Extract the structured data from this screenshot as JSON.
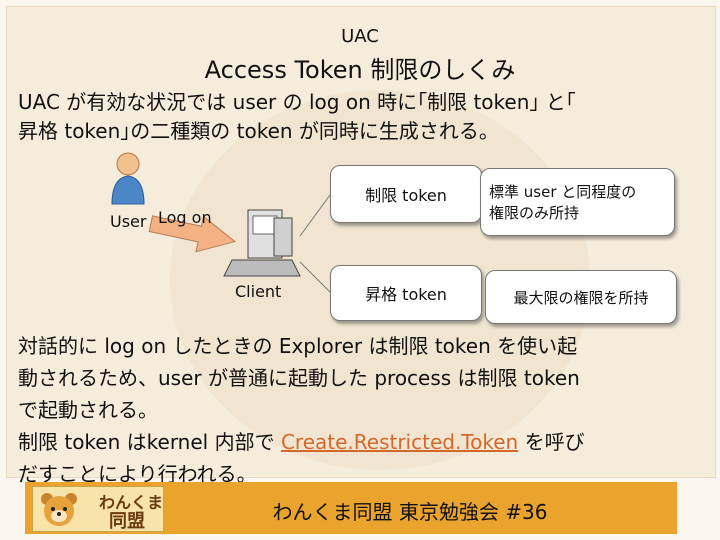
{
  "title": {
    "line1": "UAC",
    "line2": "Access Token 制限のしくみ"
  },
  "intro": {
    "line1": " UAC が有効な状況では user の log on 時に｢制限 token｣ と｢",
    "line2": "昇格 token｣の二種類の token が同時に生成される。"
  },
  "diagram": {
    "user_label": "User",
    "logon_label": "Log on",
    "client_label": "Client",
    "restricted_token": "制限 token",
    "elevated_token": "昇格 token",
    "standard_callout": {
      "line1": "標準 user と同程度の",
      "line2": "権限のみ所持"
    },
    "full_callout": "最大限の権限を所持"
  },
  "body": {
    "line1": " 対話的に log on したときの Explorer は制限 token を使い起",
    "line2": "動されるため、user が普通に起動した process は制限 token",
    "line3": "で起動される。",
    "line4_prefix": " 制限 token はkernel 内部で ",
    "line4_link": "Create.Restricted.Token",
    "line4_suffix": " を呼び",
    "line5": "だすことにより行われる。"
  },
  "footer": {
    "logo_text": {
      "line1": "わんくま",
      "line2": "同盟"
    },
    "text": "わんくま同盟 東京勉強会 #36"
  },
  "colors": {
    "footer_bar": "#eaa42e",
    "arrow": "#f4b183",
    "link": "#d4682a"
  }
}
